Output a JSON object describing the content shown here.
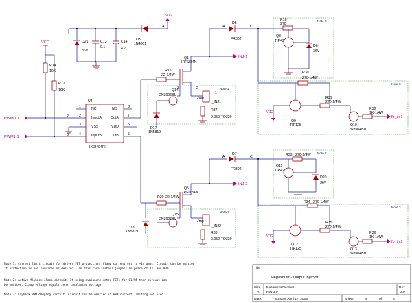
{
  "nets": {
    "v12_top": "V12",
    "vcc": "VCC",
    "inj1": "INJ-1",
    "inj2": "INJ-2",
    "pwm0": "PWM0-1",
    "pwm1": "PWM1-1",
    "fb_inj1": "fb_inj1",
    "fb_inj2": "fb_inj2",
    "v12_q9": "V12",
    "v12_q12": "V12"
  },
  "components": {
    "d21": "D21",
    "d21_val": "36V",
    "c13": "C13",
    "c13_val": "0.1",
    "c14": "C14",
    "c14_val": "4.7",
    "d3": "D3",
    "d3_val": "1N4001",
    "d5": "D5",
    "d5_val": "FR302",
    "d7": "D7",
    "d7_val": "FR302",
    "r14": "R14",
    "r14_val": "10K",
    "r17": "R17",
    "r17_val": "10K",
    "u4": "U4",
    "u4_part": "IXDI404PI",
    "u4_pins_left": [
      "NC",
      "InputA",
      "VSS",
      "InputB"
    ],
    "u4_pins_right": [
      "NC",
      "OutA",
      "VDD",
      "OutB"
    ],
    "u4_nums_left": [
      "1",
      "2",
      "3",
      "4"
    ],
    "u4_nums_right": [
      "8",
      "7",
      "6",
      "5"
    ],
    "q1": "Q1",
    "q1_val": "IRFIZ34N",
    "q5": "Q5",
    "q5_val": "IRFIZ34N",
    "r15": "R15",
    "r15_val": "22-1/4W",
    "r20": "R20",
    "r20_val": "22-1/4W",
    "q14": "Q14",
    "q14_val": "2N3906BU",
    "q15": "Q15",
    "q15_val": "2N3906BU",
    "jmp1": "Jmp",
    "jmp1_val": "I_INJ1",
    "jmp2": "Jmp",
    "jmp2_val": "I_INJ2",
    "r37": "R37",
    "r37_val": "0.050-TO220",
    "r38": "R38",
    "r38_val": "0.050-TO220",
    "d17": "D17",
    "d17_val": "1N5819",
    "d18": "D18",
    "d18_val": "1N5819",
    "r18": "R18",
    "r18_val": "270",
    "q3": "Q3",
    "q3_val": "TIP42",
    "d6": "D6",
    "d6_val": "36V",
    "r30": "R30",
    "r30_val": "270-1/4W",
    "r31": "R31",
    "r31_val": "270-1/4W",
    "q9": "Q9",
    "q9_val": "TIP125",
    "r32": "R32",
    "r32_val": "1K-1/4W",
    "q10": "Q10",
    "q10_val": "2N3904BU",
    "r33": "R33",
    "r33_val": "270-1/4W",
    "q11": "Q11",
    "q11_val": "TIP42",
    "d20": "D20",
    "d20_val": "36V",
    "r34": "R34",
    "r34_val": "270-1/4W",
    "r35": "R35",
    "r35_val": "270-1/4W",
    "q12": "Q12",
    "q12_val": "TIP125",
    "r36": "R36",
    "r36_val": "1K-1/4W",
    "q13": "Q13",
    "q13_val": "2N3904BU"
  },
  "note_labels": {
    "n1a": "Note 1",
    "n1b": "Note 1",
    "n2a": "Note 2",
    "n3a": "Note 3",
    "n2b": "Note 2",
    "n3b": "Note 3"
  },
  "notes": [
    "Note 1: Current limit circuit for driver FET protection. Clamp current set to ~14 amps. Circuit can be omitted",
    "if protection is not required or desired - in this case install jumpers in place of R37 and R38",
    "Note 2: Active flyback clamp circuit. If using avalanche-rated FETs for Q1/Q5 then circuit can",
    "be omitted. Clamp voltage equals zener avalanche voltage.",
    "Note 3: Flyback PWM damping circuit. Circuit can be omitted if PWM current limiting not used."
  ],
  "title_block": {
    "title_label": "Title",
    "title": "Megasquirt - Output Injector",
    "size_label": "Size",
    "size": "A",
    "docnum_label": "Document Number",
    "docnum": "Rev 3.0",
    "rev_label": "Rev",
    "rev": "3.0",
    "date_label": "Date:",
    "date": "Sunday, April 17, 2005",
    "sheet_label": "Sheet",
    "sheet": "4",
    "of_label": "of",
    "of": "6"
  },
  "pin_numbers": {
    "one": "1",
    "two": "2",
    "three": "3",
    "A": "A",
    "C": "C"
  },
  "colors": {
    "wire": "#1a1aa0",
    "component": "#a00000",
    "net": "#c0007a",
    "note_box": "#2a8a2a"
  }
}
